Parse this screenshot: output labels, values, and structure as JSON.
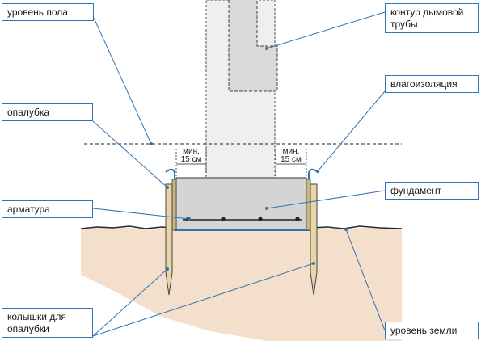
{
  "labels": {
    "floor_level": "уровень пола",
    "chimney_outline_1": "контур дымовой",
    "chimney_outline_2": "трубы",
    "formwork": "опалубка",
    "waterproofing": "влагоизоляция",
    "foundation": "фундамент",
    "rebar": "арматура",
    "stakes_1": "колышки для",
    "stakes_2": "опалубки",
    "ground_level": "уровень земли"
  },
  "dimensions": {
    "left_top": "мин.",
    "left_bottom": "15 см",
    "right_top": "мин.",
    "right_bottom": "15 см"
  },
  "colors": {
    "label_border": "#2f75b5",
    "leader_line": "#2f75b5",
    "soil": "#f3dfcb",
    "concrete": "#d4d4d4",
    "chimney_column": "#efefef",
    "chimney_core": "#d9d9d9",
    "wood_stake": "#e8d6a6",
    "waterproofing": "#2f75b5",
    "rebar": "#222222"
  }
}
